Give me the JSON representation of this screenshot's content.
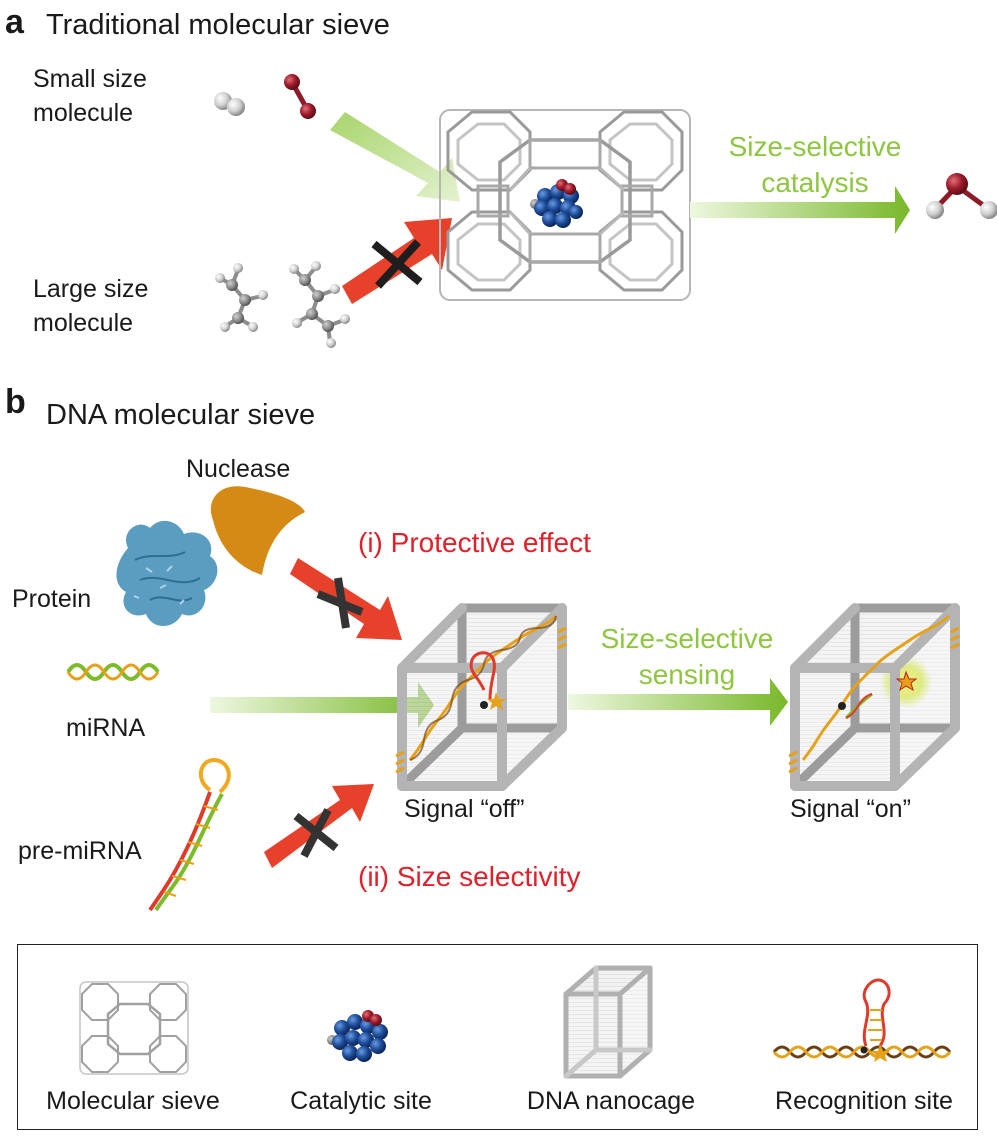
{
  "panel_a": {
    "letter": "a",
    "title": "Traditional molecular sieve",
    "small_label_line1": "Small size",
    "small_label_line2": "molecule",
    "large_label_line1": "Large size",
    "large_label_line2": "molecule",
    "catalysis_line1": "Size-selective",
    "catalysis_line2": "catalysis"
  },
  "panel_b": {
    "letter": "b",
    "title": "DNA molecular sieve",
    "nuclease_label": "Nuclease",
    "protein_label": "Protein",
    "mirna_label": "miRNA",
    "premirna_label": "pre-miRNA",
    "protective_effect": "(i) Protective effect",
    "size_selectivity": "(ii) Size selectivity",
    "sensing_line1": "Size-selective",
    "sensing_line2": "sensing",
    "signal_off": "Signal “off”",
    "signal_on": "Signal “on”"
  },
  "legend": {
    "items": [
      {
        "label": "Molecular sieve",
        "icon": "molecular-sieve-icon"
      },
      {
        "label": "Catalytic site",
        "icon": "catalytic-site-icon"
      },
      {
        "label": "DNA nanocage",
        "icon": "dna-nanocage-icon"
      },
      {
        "label": "Recognition site",
        "icon": "recognition-site-icon"
      }
    ]
  },
  "colors": {
    "green_text": "#8dc63f",
    "red_text": "#e0202a",
    "red_arrow": "#e8412b",
    "green_arrow": "#7dbb2a",
    "oxygen": "#9b1b2a",
    "catalyst_blue": "#1f4e9c",
    "nuclease": "#d48a14",
    "protein": "#5a9dc0",
    "frame_grey": "#8a8a8a"
  }
}
